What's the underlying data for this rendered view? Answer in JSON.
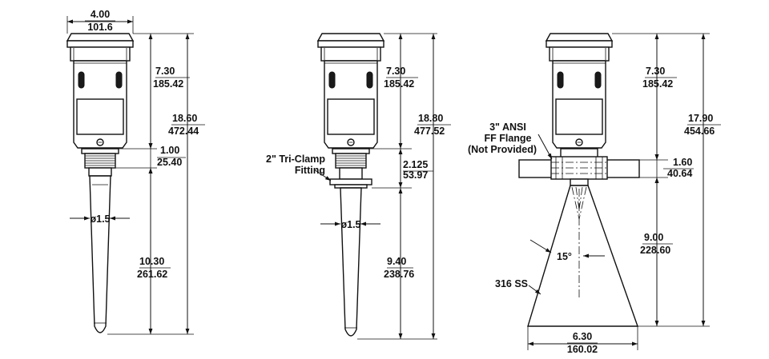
{
  "figure": "Radar level transmitter dimensional drawings",
  "units_note": "inches over millimeters",
  "views": [
    {
      "id": "threaded",
      "top_width": {
        "in": "4.00",
        "mm": "101.6"
      },
      "head_height": {
        "in": "7.30",
        "mm": "185.42"
      },
      "total_height": {
        "in": "18.60",
        "mm": "472.44"
      },
      "thread_height": {
        "in": "1.00",
        "mm": "25.40"
      },
      "rod_length": {
        "in": "10.30",
        "mm": "261.62"
      },
      "rod_diameter": "ø1.5"
    },
    {
      "id": "tri-clamp",
      "fitting_label": [
        "2\" Tri-Clamp",
        "Fitting"
      ],
      "head_height": {
        "in": "7.30",
        "mm": "185.42"
      },
      "total_height": {
        "in": "18.80",
        "mm": "477.52"
      },
      "clamp_height": {
        "in": "2.125",
        "mm": "53.97"
      },
      "rod_length": {
        "in": "9.40",
        "mm": "238.76"
      },
      "rod_diameter": "ø1.5"
    },
    {
      "id": "horn-flange",
      "flange_label": [
        "3\" ANSI",
        "FF Flange",
        "(Not Provided)"
      ],
      "head_height": {
        "in": "7.30",
        "mm": "185.42"
      },
      "total_height": {
        "in": "17.90",
        "mm": "454.66"
      },
      "flange_height": {
        "in": "1.60",
        "mm": "40.64"
      },
      "horn_height": {
        "in": "9.00",
        "mm": "228.60"
      },
      "horn_diameter": {
        "in": "6.30",
        "mm": "160.02"
      },
      "beam_angle": "15°",
      "material_label": "316 SS"
    }
  ]
}
